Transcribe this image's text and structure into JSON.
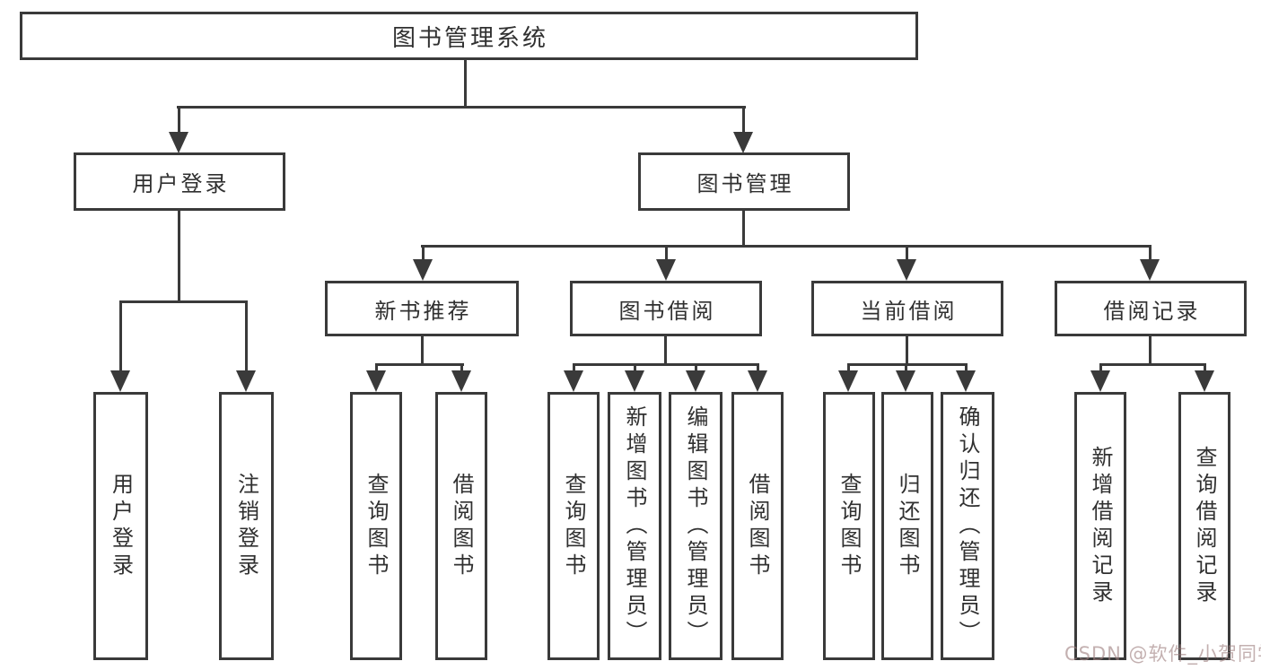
{
  "diagram": {
    "title": "图书管理系统",
    "tree": {
      "label": "图书管理系统",
      "children": [
        {
          "label": "用户登录",
          "children": [
            {
              "label": "用户登录"
            },
            {
              "label": "注销登录"
            }
          ]
        },
        {
          "label": "图书管理",
          "children": [
            {
              "label": "新书推荐",
              "children": [
                {
                  "label": "查询图书"
                },
                {
                  "label": "借阅图书"
                }
              ]
            },
            {
              "label": "图书借阅",
              "children": [
                {
                  "label": "查询图书"
                },
                {
                  "label": "新增图书（管理员）"
                },
                {
                  "label": "编辑图书（管理员）"
                },
                {
                  "label": "借阅图书"
                }
              ]
            },
            {
              "label": "当前借阅",
              "children": [
                {
                  "label": "查询图书"
                },
                {
                  "label": "归还图书"
                },
                {
                  "label": "确认归还（管理员）"
                }
              ]
            },
            {
              "label": "借阅记录",
              "children": [
                {
                  "label": "新增借阅记录"
                },
                {
                  "label": "查询借阅记录"
                }
              ]
            }
          ]
        }
      ]
    },
    "watermark": "CSDN @软件_小贺同学",
    "colors": {
      "line": "#3a3a3a",
      "text": "#303030",
      "background": "#ffffff",
      "watermark": "#9e8080"
    }
  }
}
